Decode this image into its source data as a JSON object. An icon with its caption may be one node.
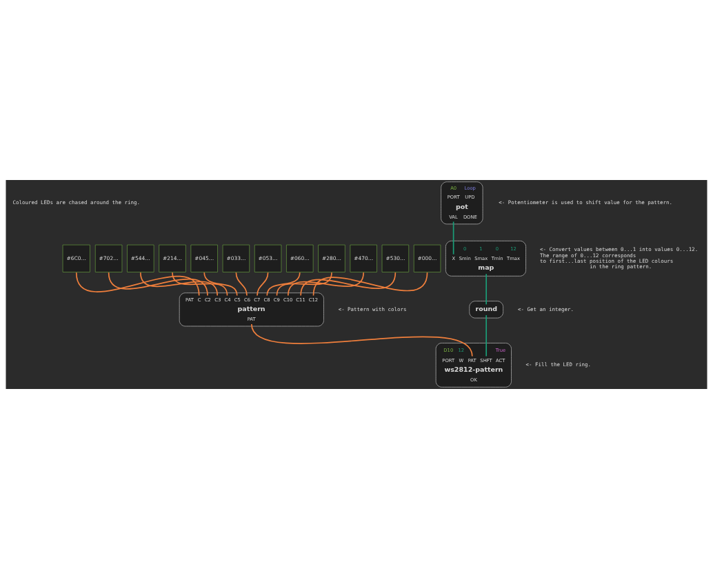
{
  "diagram": {
    "nodes": [
      {
        "text": [
          "#6C0…"
        ]
      },
      {
        "text": [
          "#702…"
        ]
      },
      {
        "text": [
          "#544…"
        ]
      },
      {
        "text": [
          "#214…"
        ]
      },
      {
        "text": [
          "#045…"
        ]
      },
      {
        "text": [
          "#033…"
        ]
      },
      {
        "text": [
          "#053…"
        ]
      },
      {
        "text": [
          "#060…"
        ]
      },
      {
        "text": [
          "#280…"
        ]
      },
      {
        "text": [
          "#470…"
        ]
      },
      {
        "text": [
          "#530…"
        ]
      },
      {
        "text": [
          "#000…"
        ]
      },
      {
        "text": [
          "PAT",
          "C",
          "C2",
          "C3",
          "C4",
          "C5",
          "C6",
          "C7",
          "C8",
          "C9",
          "C10",
          "C11",
          "C12",
          "pattern",
          "PAT"
        ]
      },
      {
        "text": [
          "A0",
          "Loop",
          "PORT",
          "UPD",
          "pot",
          "VAL",
          "DONE"
        ]
      },
      {
        "text": [
          "0",
          "1",
          "0",
          "12",
          "X",
          "Smin",
          "Smax",
          "Tmin",
          "Tmax",
          "map"
        ]
      },
      {
        "text": [
          "round"
        ]
      },
      {
        "text": [
          "D10",
          "12",
          "True",
          "PORT",
          "W",
          "PAT",
          "SHFT",
          "ACT",
          "ws2812-pattern",
          "OK"
        ]
      }
    ],
    "edges": [
      {
        "from": 0,
        "to": 12,
        "arrow": "none"
      },
      {
        "from": 1,
        "to": 12,
        "arrow": "none"
      },
      {
        "from": 2,
        "to": 12,
        "arrow": "none"
      },
      {
        "from": 3,
        "to": 12,
        "arrow": "none"
      },
      {
        "from": 4,
        "to": 12,
        "arrow": "none"
      },
      {
        "from": 5,
        "to": 12,
        "arrow": "none"
      },
      {
        "from": 6,
        "to": 12,
        "arrow": "none"
      },
      {
        "from": 7,
        "to": 12,
        "arrow": "none"
      },
      {
        "from": 8,
        "to": 12,
        "arrow": "none"
      },
      {
        "from": 9,
        "to": 12,
        "arrow": "none"
      },
      {
        "from": 10,
        "to": 12,
        "arrow": "none"
      },
      {
        "from": 11,
        "to": 12,
        "arrow": "none"
      },
      {
        "from": 12,
        "to": 16,
        "arrow": "none"
      },
      {
        "from": 13,
        "to": 14,
        "arrow": "none",
        "color": "#1a9e78"
      },
      {
        "from": 14,
        "to": 15,
        "arrow": "none",
        "color": "#1a9e78"
      },
      {
        "from": 15,
        "to": 16,
        "arrow": "none",
        "color": "#1a9e78"
      }
    ],
    "labels": [
      "Coloured LEDs are chased around the ring.",
      "<- Pattern with colors",
      "<- Potentiometer is used to shift value for the pattern.",
      "<- Convert values between 0...1 into values 0...12. The range of 0...12 corresponds to first...last position of the LED colours in the ring pattern.",
      "<- Get an integer.",
      "<- Fill the LED ring."
    ]
  }
}
